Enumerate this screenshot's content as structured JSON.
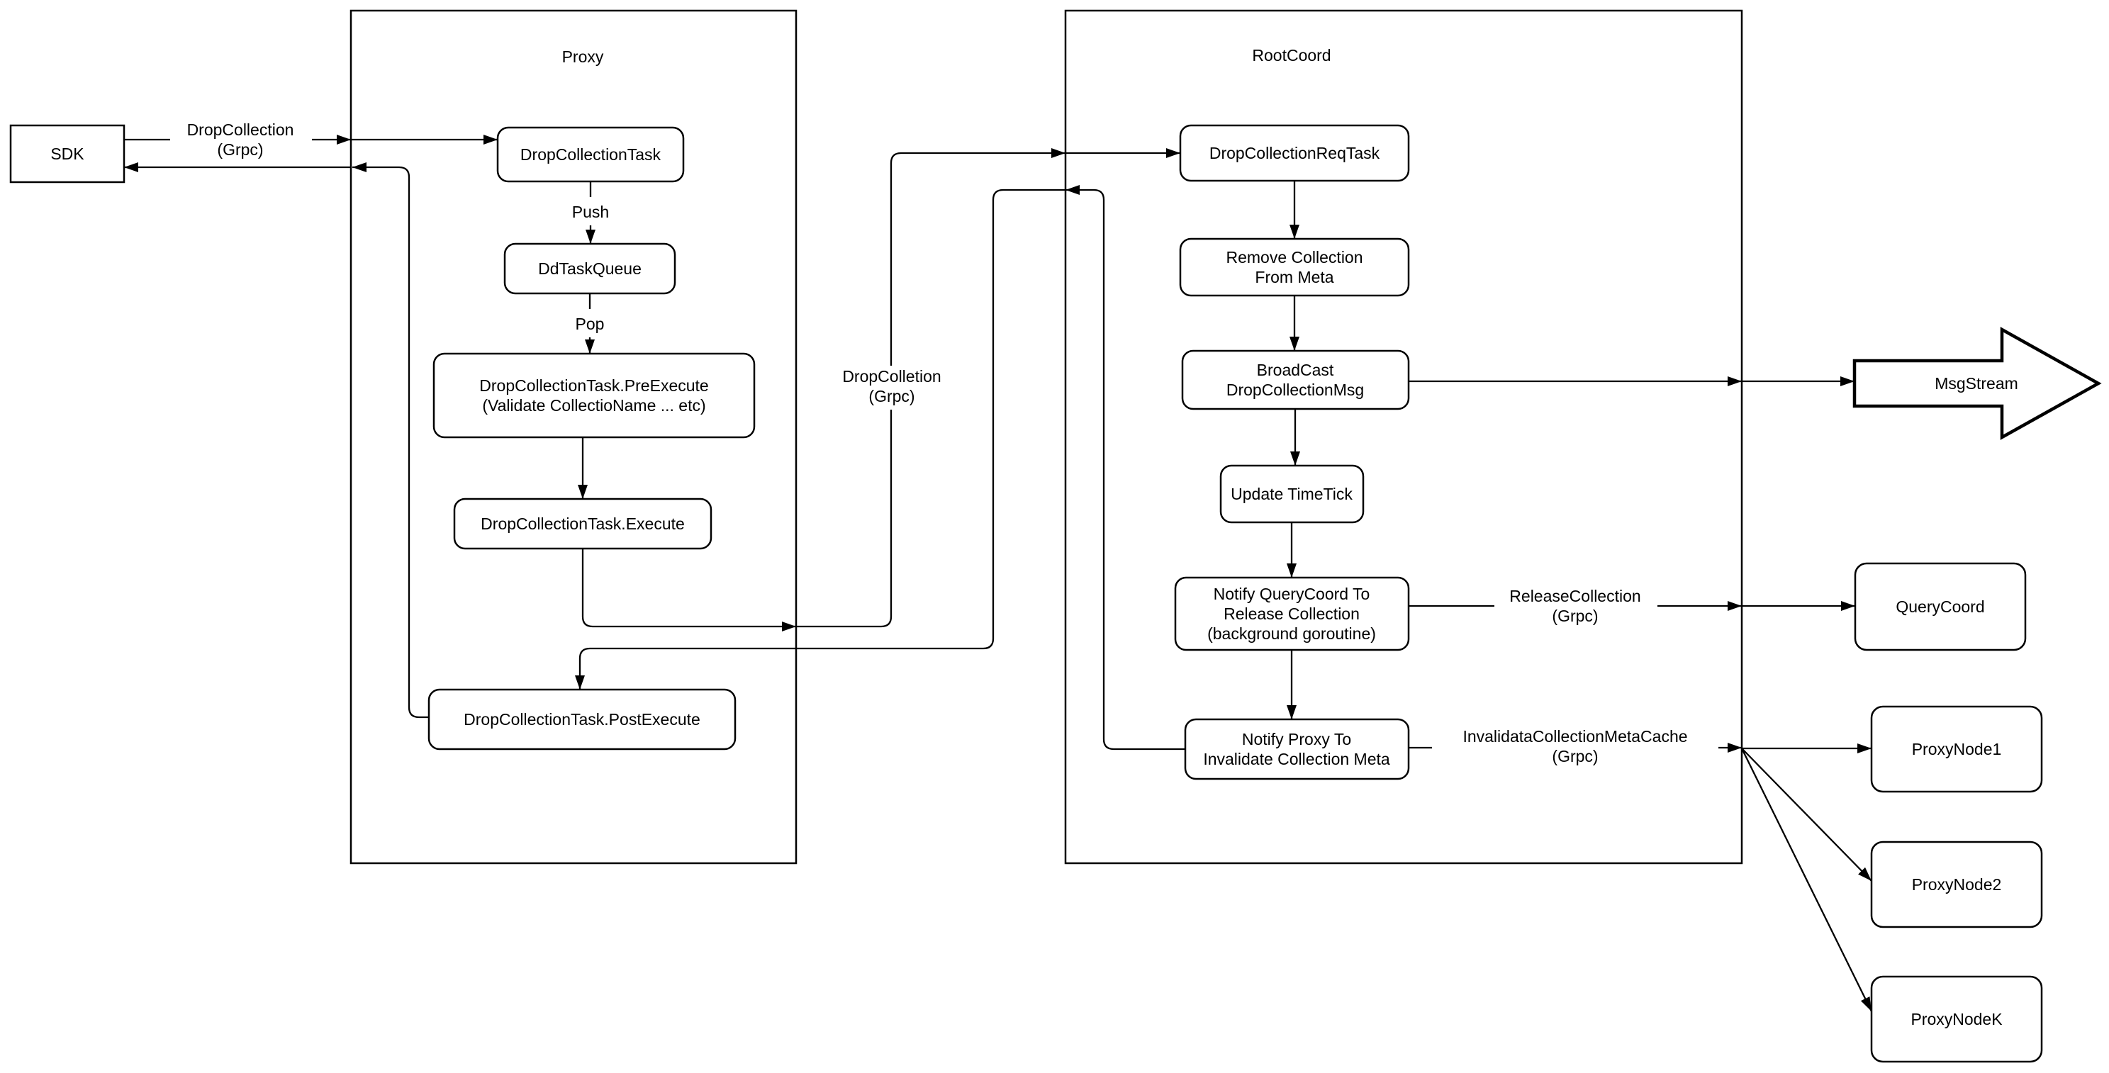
{
  "diagram": {
    "sdk": "SDK",
    "proxy": {
      "title": "Proxy",
      "task": "DropCollectionTask",
      "queue": "DdTaskQueue",
      "pre1": "DropCollectionTask.PreExecute",
      "pre2": "(Validate CollectioName ... etc)",
      "exec": "DropCollectionTask.Execute",
      "post": "DropCollectionTask.PostExecute",
      "push": "Push",
      "pop": "Pop"
    },
    "rootcoord": {
      "title": "RootCoord",
      "req": "DropCollectionReqTask",
      "remove1": "Remove Collection",
      "remove2": "From Meta",
      "broadcast1": "BroadCast",
      "broadcast2": "DropCollectionMsg",
      "tick": "Update TimeTick",
      "notifyq1": "Notify QueryCoord To",
      "notifyq2": "Release Collection",
      "notifyq3": "(background goroutine)",
      "notifyp1": "Notify Proxy To",
      "notifyp2": "Invalidate Collection Meta"
    },
    "edges": {
      "sdkcall1": "DropCollection",
      "sdkcall2": "(Grpc)",
      "proxycall1": "DropColletion",
      "proxycall2": "(Grpc)",
      "release1": "ReleaseCollection",
      "release2": "(Grpc)",
      "invalidate1": "InvalidataCollectionMetaCache",
      "invalidate2": "(Grpc)"
    },
    "targets": {
      "msgstream": "MsgStream",
      "querycoord": "QueryCoord",
      "proxynode1": "ProxyNode1",
      "proxynode2": "ProxyNode2",
      "proxynodek": "ProxyNodeK"
    }
  }
}
